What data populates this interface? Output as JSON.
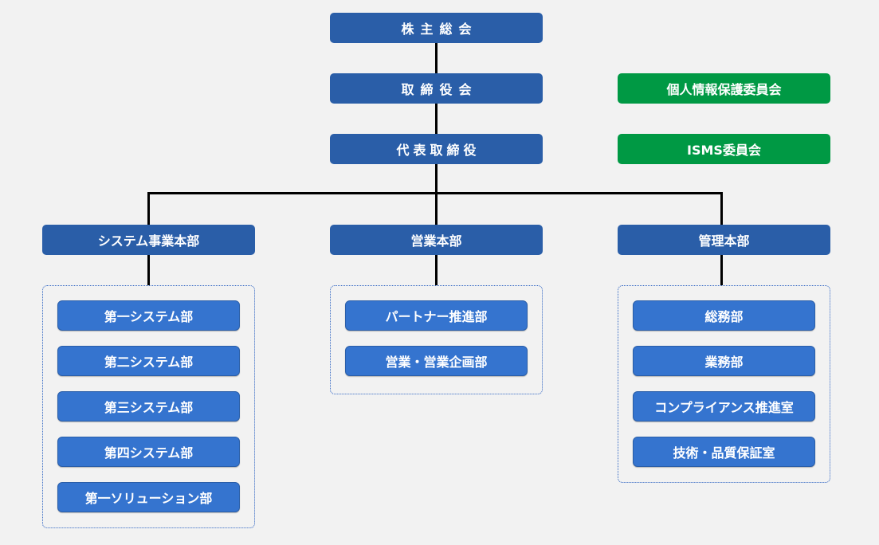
{
  "top_nodes": {
    "shareholders": "株主総会",
    "board": "取締役会",
    "ceo": "代表取締役"
  },
  "committees": {
    "privacy": "個人情報保護委員会",
    "isms": "ISMS委員会"
  },
  "divisions": {
    "system": {
      "label": "システム事業本部",
      "departments": [
        "第一システム部",
        "第二システム部",
        "第三システム部",
        "第四システム部",
        "第一ソリューション部"
      ]
    },
    "sales": {
      "label": "営業本部",
      "departments": [
        "パートナー推進部",
        "営業・営業企画部"
      ]
    },
    "admin": {
      "label": "管理本部",
      "departments": [
        "総務部",
        "業務部",
        "コンプライアンス推進室",
        "技術・品質保証室"
      ]
    }
  },
  "colors": {
    "executive": "#2a5ea8",
    "committee": "#009944",
    "department": "#3574cf",
    "background": "#f2f2f2"
  }
}
